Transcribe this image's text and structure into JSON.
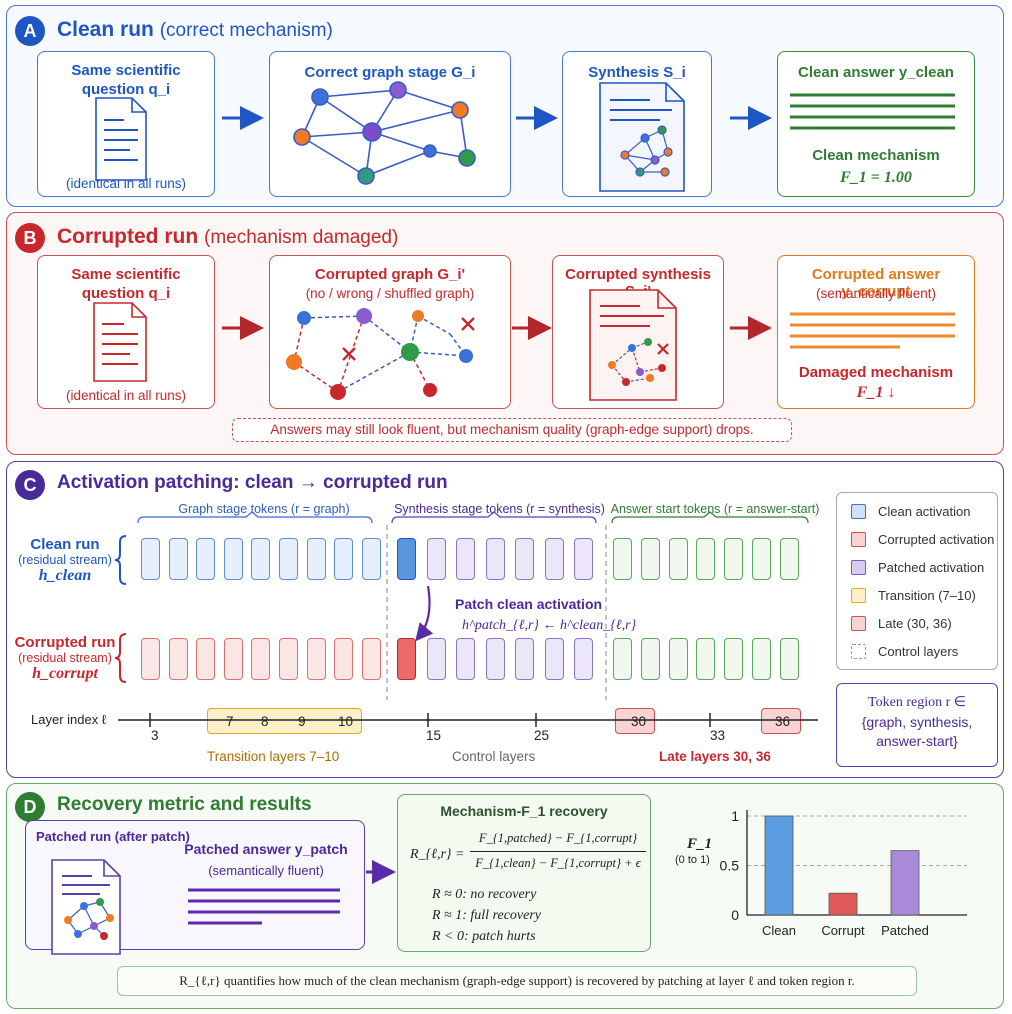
{
  "colors": {
    "blue": "#1f56c6",
    "red": "#c8282c",
    "purple": "#5a2ba8",
    "green": "#2f7d32",
    "orange": "#e07a1a",
    "gold": "#e8a920"
  },
  "panelA": {
    "badge": "A",
    "title": "Clean run",
    "subtitle": "(correct mechanism)",
    "question_title_1": "Same scientific",
    "question_title_2": "question q_i",
    "question_note": "(identical in all runs)",
    "graph_title": "Correct graph stage G_i",
    "synth_title": "Synthesis S_i",
    "answer_title": "Clean answer y_clean",
    "mechanism": "Clean mechanism",
    "f1": "F_1 = 1.00"
  },
  "panelB": {
    "badge": "B",
    "title": "Corrupted run",
    "subtitle": "(mechanism damaged)",
    "question_title_1": "Same scientific",
    "question_title_2": "question q_i",
    "question_note": "(identical in all runs)",
    "graph_title": "Corrupted graph G_i'",
    "graph_note": "(no / wrong / shuffled graph)",
    "synth_title": "Corrupted synthesis S_i'",
    "answer_title": "Corrupted answer y_corrupt",
    "answer_note": "(semantically fluent)",
    "mechanism": "Damaged mechanism",
    "f1": "F_1 ↓",
    "callout": "Answers may still look fluent, but mechanism quality (graph-edge support) drops."
  },
  "panelC": {
    "badge": "C",
    "title": "Activation patching:  clean → corrupted run",
    "region_graph": "Graph stage tokens (r = graph)",
    "region_synth": "Synthesis stage tokens (r = synthesis)",
    "region_answer": "Answer start tokens (r = answer-start)",
    "clean_label_1": "Clean run",
    "clean_label_2": "(residual stream)",
    "clean_label_3": "h_clean",
    "corrupt_label_1": "Corrupted run",
    "corrupt_label_2": "(residual stream)",
    "corrupt_label_3": "h_corrupt",
    "patch_label": "Patch clean activation",
    "patch_formula": "h^patch_{ℓ,r}  ←  h^clean_{ℓ,r}",
    "layer_axis_label": "Layer index ℓ",
    "layer_ticks": [
      "3",
      "7",
      "8",
      "9",
      "10",
      "15",
      "25",
      "30",
      "33",
      "36"
    ],
    "transition_caption": "Transition layers 7–10",
    "control_caption": "Control layers",
    "late_caption": "Late layers 30, 36",
    "legend": [
      {
        "label": "Clean activation",
        "fill": "#cfe0f6",
        "stroke": "#3b72c8"
      },
      {
        "label": "Corrupted activation",
        "fill": "#f8d3d3",
        "stroke": "#d05050"
      },
      {
        "label": "Patched activation",
        "fill": "#d8cdf0",
        "stroke": "#7a5cc0"
      },
      {
        "label": "Transition (7–10)",
        "fill": "#fdf0c8",
        "stroke": "#e8a920"
      },
      {
        "label": "Late (30, 36)",
        "fill": "#f8d3d3",
        "stroke": "#d05050"
      },
      {
        "label": "Control layers",
        "fill": "#ffffff",
        "stroke": "#999999"
      }
    ],
    "token_region_1": "Token region r ∈",
    "token_region_2": "{graph, synthesis,",
    "token_region_3": "answer-start}"
  },
  "panelD": {
    "badge": "D",
    "title": "Recovery metric and results",
    "patched_run": "Patched run (after patch)",
    "patched_answer": "Patched answer y_patch",
    "patched_note": "(semantically fluent)",
    "metric_title": "Mechanism-F_1 recovery",
    "formula_lhs": "R_{ℓ,r} =",
    "formula_num": "F_{1,patched} − F_{1,corrupt}",
    "formula_den": "F_{1,clean} − F_{1,corrupt} + ϵ",
    "case_1": "R ≈ 0:  no recovery",
    "case_2": "R ≈ 1:  full recovery",
    "case_3": "R < 0:  patch hurts",
    "footer": "R_{ℓ,r} quantifies how much of the clean mechanism (graph-edge support) is recovered by patching at layer ℓ and token region r."
  },
  "chart_data": {
    "type": "bar",
    "categories": [
      "Clean",
      "Corrupt",
      "Patched"
    ],
    "values": [
      1.0,
      0.22,
      0.65
    ],
    "colors": [
      "#5b9be0",
      "#e05a5a",
      "#a98ad8"
    ],
    "ylabel": "F_1",
    "ylabel_note": "(0 to 1)",
    "ylim": [
      0,
      1
    ],
    "yticks": [
      "0",
      "0.5",
      "1"
    ],
    "grid": "dashed at 0.5 and 1"
  }
}
